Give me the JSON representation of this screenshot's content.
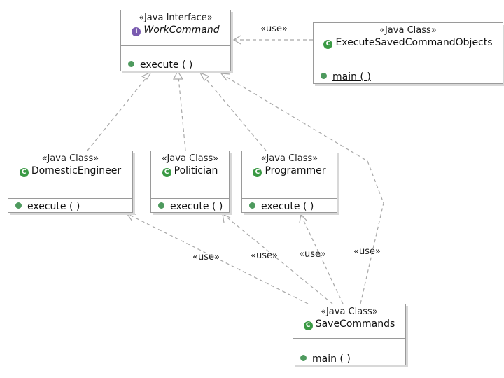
{
  "nodes": {
    "work_command": {
      "stereotype": "«Java Interface»",
      "name": "WorkCommand",
      "operation": "execute ( )"
    },
    "execute_saved": {
      "stereotype": "«Java Class»",
      "name": "ExecuteSavedCommandObjects",
      "operation": "main ( )"
    },
    "domestic_engineer": {
      "stereotype": "«Java Class»",
      "name": "DomesticEngineer",
      "operation": "execute ( )"
    },
    "politician": {
      "stereotype": "«Java Class»",
      "name": "Politician",
      "operation": "execute ( )"
    },
    "programmer": {
      "stereotype": "«Java Class»",
      "name": "Programmer",
      "operation": "execute ( )"
    },
    "save_commands": {
      "stereotype": "«Java Class»",
      "name": "SaveCommands",
      "operation": "main ( )"
    }
  },
  "edge_labels": {
    "use_execute_saved": "«use»",
    "use_domestic": "«use»",
    "use_politician": "«use»",
    "use_programmer": "«use»",
    "use_work_command": "«use»"
  },
  "icons": {
    "class_badge": "C",
    "interface_badge": "I"
  },
  "colors": {
    "class_badge": "#3a9a44",
    "interface_badge": "#7a5bb0",
    "edge": "#a8a8a8"
  }
}
